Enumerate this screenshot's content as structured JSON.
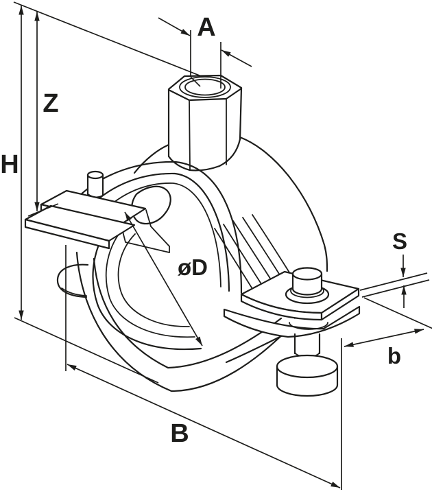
{
  "title": "Pipe clamp with rubber inlay — isometric technical drawing",
  "colors": {
    "background": "#ffffff",
    "line": "#1d1d1b"
  },
  "dimensions": {
    "thread_label": "A",
    "boss_height_label": "Z",
    "total_height_label": "H",
    "diameter_label": "øD",
    "thickness_label": "S",
    "band_width_label": "b",
    "total_width_label": "B"
  }
}
